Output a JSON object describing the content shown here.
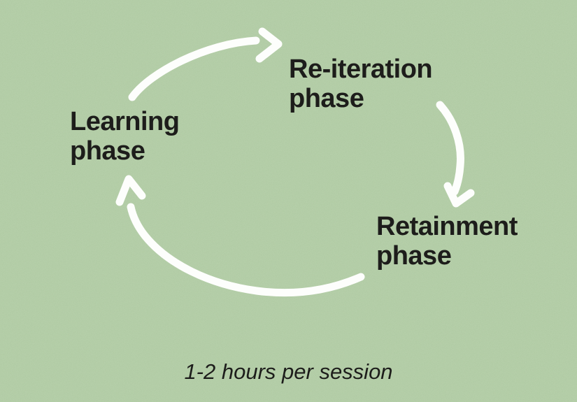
{
  "colors": {
    "background": "#aac79d",
    "arrow": "#fdfefc",
    "text": "#1d1d1b"
  },
  "diagram_type": "cycle",
  "nodes": [
    {
      "id": "learning",
      "label": "Learning\nphase"
    },
    {
      "id": "reiteration",
      "label": "Re-iteration\nphase"
    },
    {
      "id": "retainment",
      "label": "Retainment\nphase"
    }
  ],
  "arrows": [
    {
      "from": "learning",
      "to": "reiteration"
    },
    {
      "from": "reiteration",
      "to": "retainment"
    },
    {
      "from": "retainment",
      "to": "learning"
    }
  ],
  "caption": "1-2 hours per session"
}
